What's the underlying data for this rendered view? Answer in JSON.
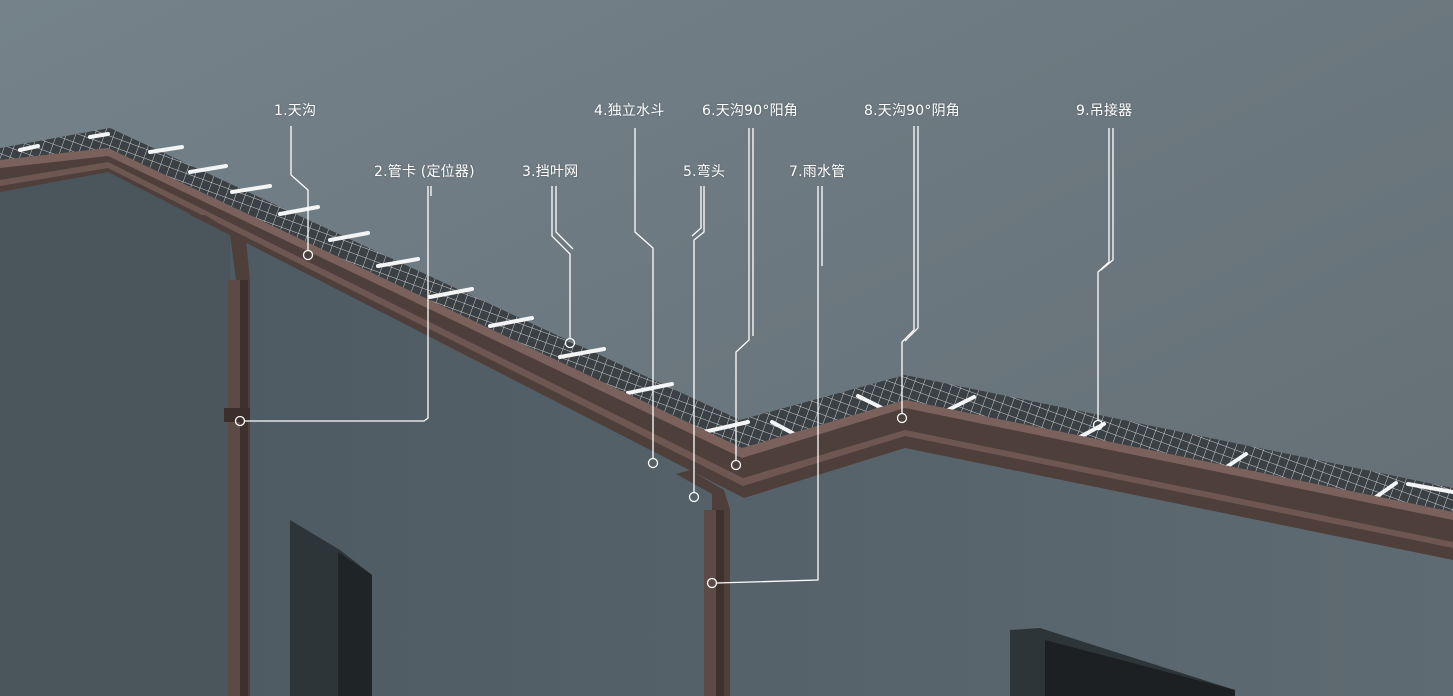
{
  "callouts": [
    {
      "id": 1,
      "label": "1.天沟"
    },
    {
      "id": 2,
      "label": "2.管卡 (定位器)"
    },
    {
      "id": 3,
      "label": "3.挡叶网"
    },
    {
      "id": 4,
      "label": "4.独立水斗"
    },
    {
      "id": 5,
      "label": "5.弯头"
    },
    {
      "id": 6,
      "label": "6.天沟90°阳角"
    },
    {
      "id": 7,
      "label": "7.雨水管"
    },
    {
      "id": 8,
      "label": "8.天沟90°阴角"
    },
    {
      "id": 9,
      "label": "9.吊接器"
    }
  ],
  "colors": {
    "roof": "#6b767b",
    "wall": "#56626a",
    "gutter": "#4e3f3b",
    "gutter_highlight": "#7a615b",
    "leader_line": "#ffffff",
    "mesh": "#d8dcdf"
  }
}
